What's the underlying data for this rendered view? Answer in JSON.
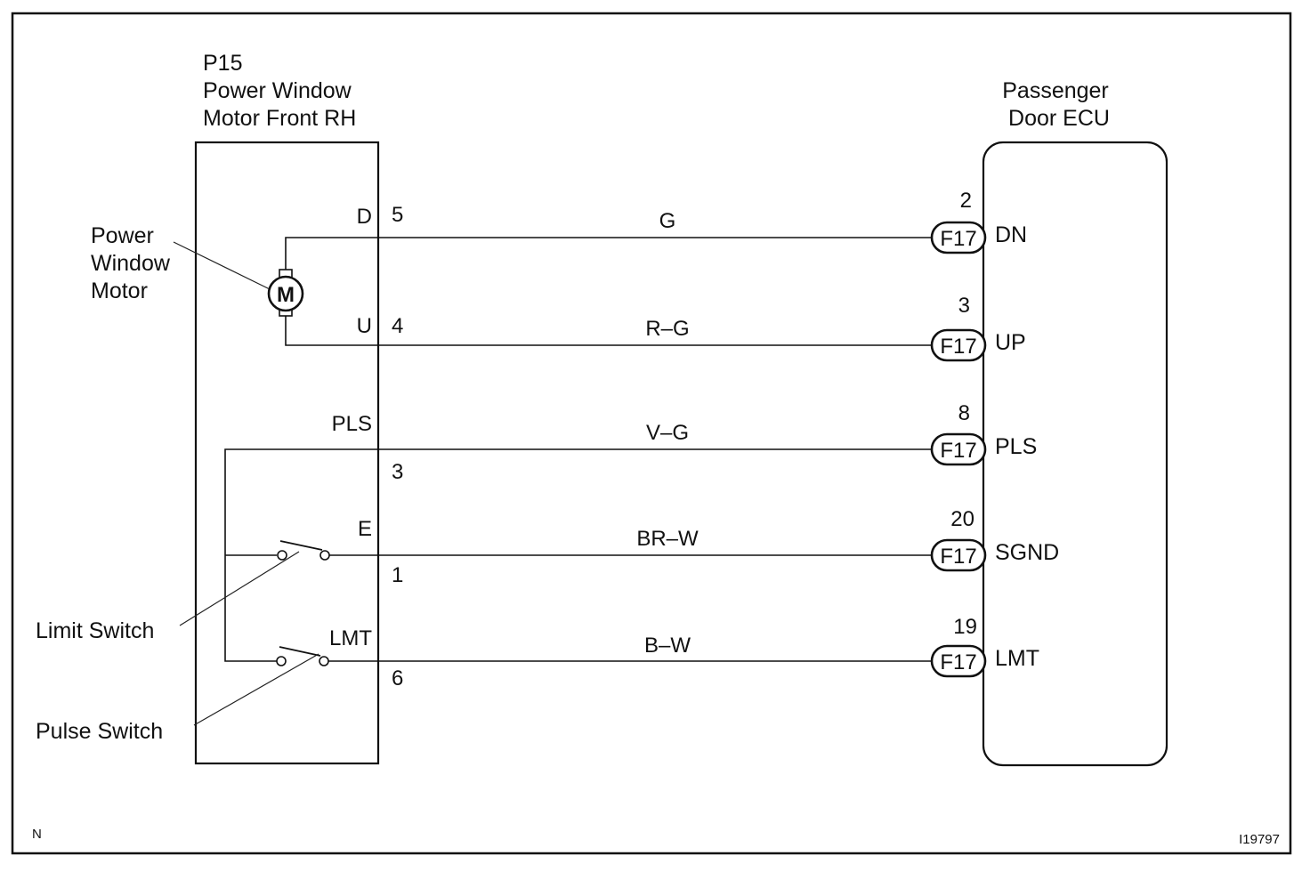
{
  "motor_component": {
    "code": "P15",
    "name_line1": "Power Window",
    "name_line2": "Motor Front RH",
    "motor_symbol": "M"
  },
  "ecu_component": {
    "name_line1": "Passenger",
    "name_line2": "Door ECU"
  },
  "callouts": {
    "motor_line1": "Power",
    "motor_line2": "Window",
    "motor_line3": "Motor",
    "limit_switch": "Limit Switch",
    "pulse_switch": "Pulse Switch"
  },
  "connections": [
    {
      "motor_terminal": "D",
      "motor_pin": "5",
      "wire_color": "G",
      "connector": "F17",
      "ecu_pin": "2",
      "ecu_terminal": "DN"
    },
    {
      "motor_terminal": "U",
      "motor_pin": "4",
      "wire_color": "R–G",
      "connector": "F17",
      "ecu_pin": "3",
      "ecu_terminal": "UP"
    },
    {
      "motor_terminal": "PLS",
      "motor_pin": "3",
      "wire_color": "V–G",
      "connector": "F17",
      "ecu_pin": "8",
      "ecu_terminal": "PLS"
    },
    {
      "motor_terminal": "E",
      "motor_pin": "1",
      "wire_color": "BR–W",
      "connector": "F17",
      "ecu_pin": "20",
      "ecu_terminal": "SGND"
    },
    {
      "motor_terminal": "LMT",
      "motor_pin": "6",
      "wire_color": "B–W",
      "connector": "F17",
      "ecu_pin": "19",
      "ecu_terminal": "LMT"
    }
  ],
  "footer": {
    "left_mark": "N",
    "figure_id": "I19797"
  }
}
